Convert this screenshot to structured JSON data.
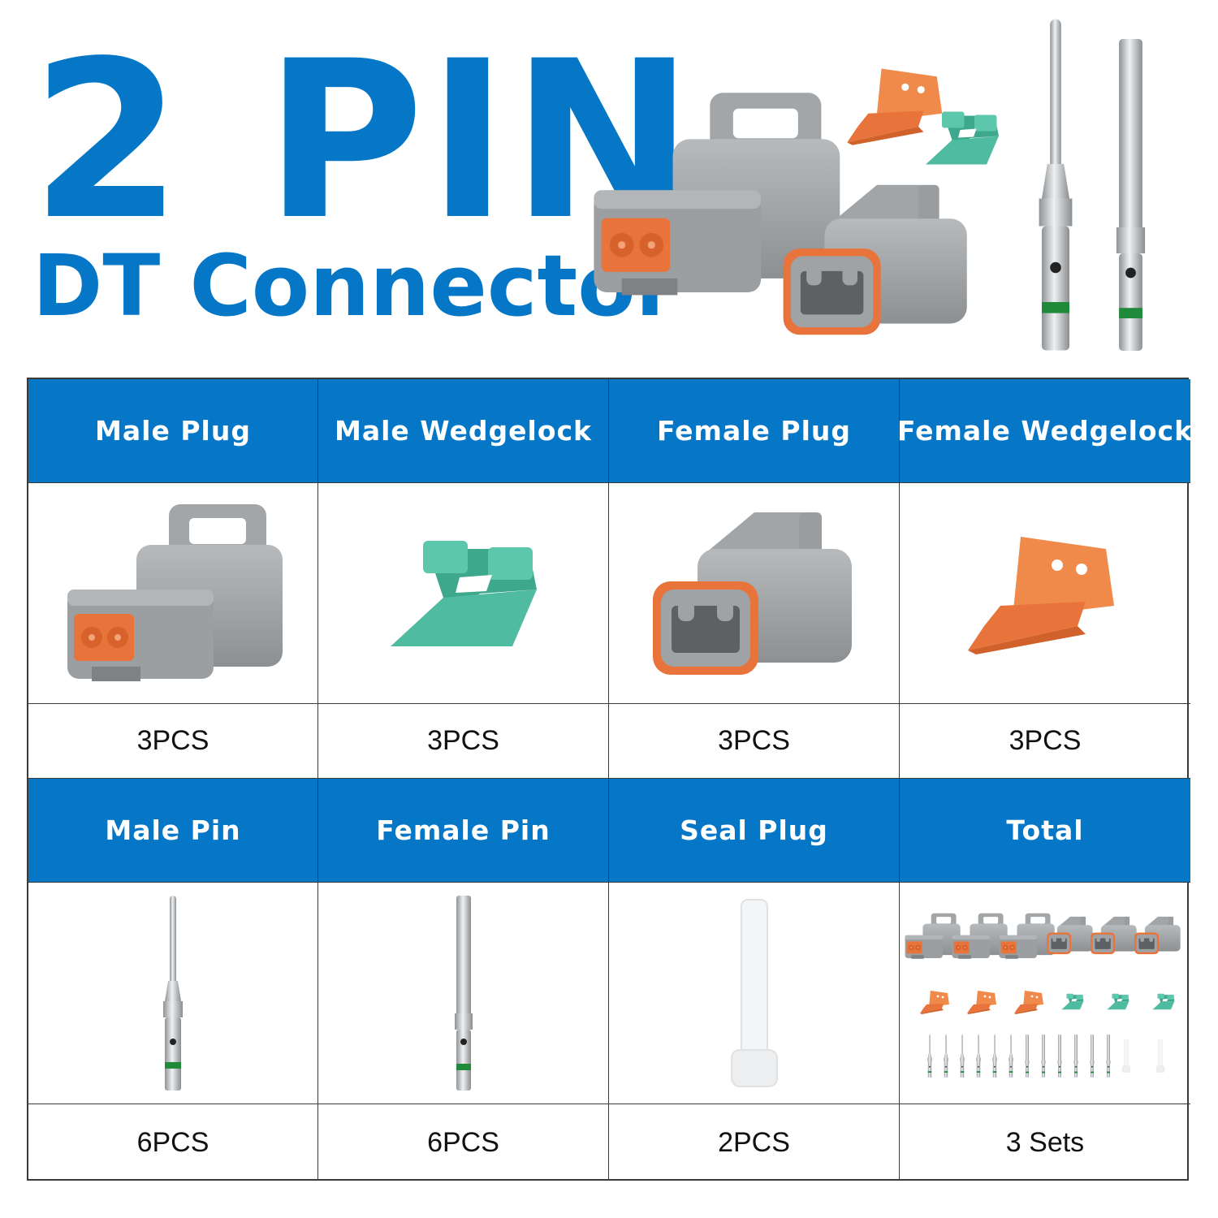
{
  "title": {
    "main": "2 PIN",
    "sub": "DT Connector"
  },
  "colors": {
    "brand_blue": "#0677c6",
    "connector_gray": "#9ea1a3",
    "seal_orange": "#e8743b",
    "wedgelock_green": "#4fbba0",
    "metal": "#c8cbcd",
    "pin_band_green": "#1e8a3a"
  },
  "items": [
    {
      "label": "Male Plug",
      "qty": "3PCS",
      "icon": "male-plug-icon"
    },
    {
      "label": "Male Wedgelock",
      "qty": "3PCS",
      "icon": "male-wedgelock-icon"
    },
    {
      "label": "Female Plug",
      "qty": "3PCS",
      "icon": "female-plug-icon"
    },
    {
      "label": "Female Wedgelock",
      "qty": "3PCS",
      "icon": "female-wedgelock-icon"
    },
    {
      "label": "Male Pin",
      "qty": "6PCS",
      "icon": "male-pin-icon"
    },
    {
      "label": "Female Pin",
      "qty": "6PCS",
      "icon": "female-pin-icon"
    },
    {
      "label": "Seal Plug",
      "qty": "2PCS",
      "icon": "seal-plug-icon"
    },
    {
      "label": "Total",
      "qty": "3 Sets",
      "icon": "kit-contents-icon"
    }
  ]
}
